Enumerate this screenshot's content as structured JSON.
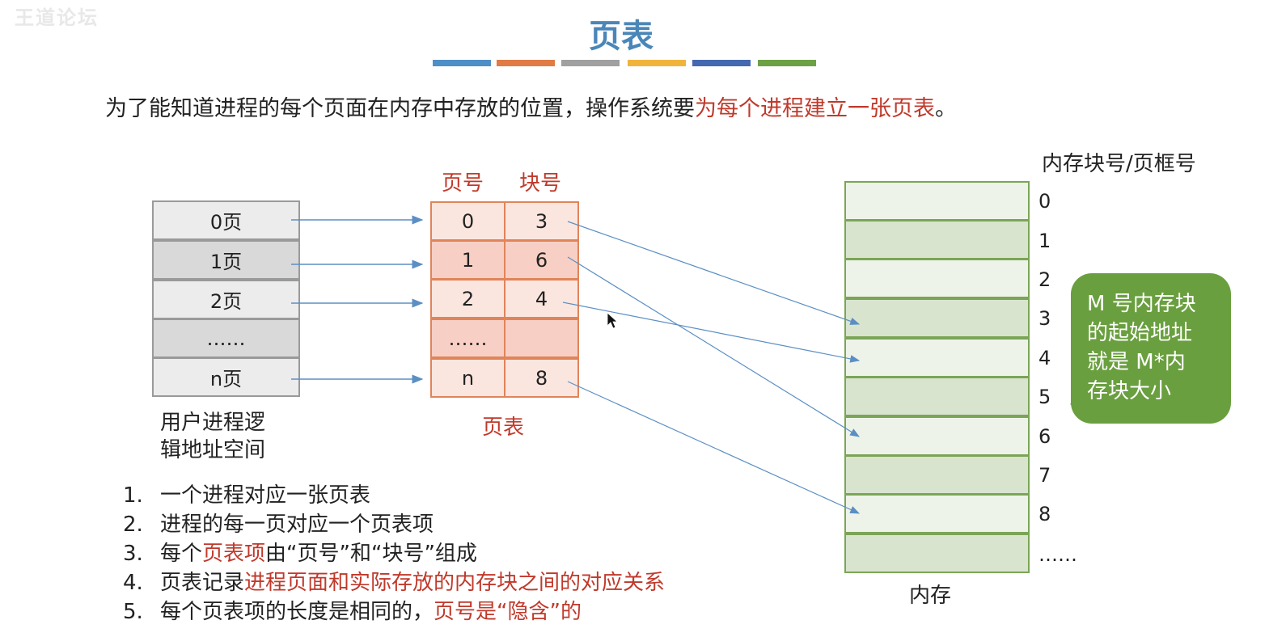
{
  "watermark": "王道论坛",
  "title": "页表",
  "stripe_colors": [
    "#4f8fc8",
    "#e07b45",
    "#a0a0a0",
    "#f0b43c",
    "#4469b0",
    "#6ea146"
  ],
  "intro": {
    "plain": "为了能知道进程的每个页面在内存中存放的位置，操作系统要",
    "highlight": "为每个进程建立一张页表",
    "end": "。"
  },
  "logical_space": {
    "pages": [
      "0页",
      "1页",
      "2页",
      "……",
      "n页"
    ],
    "caption_line1": "用户进程逻",
    "caption_line2": "辑地址空间"
  },
  "page_table": {
    "header_page": "页号",
    "header_block": "块号",
    "rows": [
      {
        "page": "0",
        "block": "3"
      },
      {
        "page": "1",
        "block": "6"
      },
      {
        "page": "2",
        "block": "4"
      },
      {
        "page": "……",
        "block": ""
      },
      {
        "page": "n",
        "block": "8"
      }
    ],
    "caption": "页表"
  },
  "memory": {
    "header": "内存块号/页框号",
    "block_numbers": [
      "0",
      "1",
      "2",
      "3",
      "4",
      "5",
      "6",
      "7",
      "8",
      "……"
    ],
    "caption": "内存"
  },
  "callout": {
    "line1": "M 号内存块",
    "line2": "的起始地址",
    "line3": "就是 M*内",
    "line4": "存块大小"
  },
  "notes": [
    {
      "num": "1.",
      "segments": [
        {
          "text": "一个进程对应一张页表",
          "red": false
        }
      ]
    },
    {
      "num": "2.",
      "segments": [
        {
          "text": "进程的每一页对应一个页表项",
          "red": false
        }
      ]
    },
    {
      "num": "3.",
      "segments": [
        {
          "text": "每个",
          "red": false
        },
        {
          "text": "页表项",
          "red": true
        },
        {
          "text": "由“页号”和“块号”组成",
          "red": false
        }
      ]
    },
    {
      "num": "4.",
      "segments": [
        {
          "text": "页表记录",
          "red": false
        },
        {
          "text": "进程页面和实际存放的内存块之间的对应关系",
          "red": true
        }
      ]
    },
    {
      "num": "5.",
      "segments": [
        {
          "text": "每个页表项的长度是相同的，",
          "red": false
        },
        {
          "text": "页号是“隐含”的",
          "red": true
        }
      ]
    }
  ],
  "colors": {
    "title": "#4a86b8",
    "highlight_red": "#c0392b",
    "page_table_border": "#e0845a",
    "memory_border": "#7aa556",
    "callout_bg": "#6a9f3f",
    "arrow": "#5b8fc4"
  }
}
